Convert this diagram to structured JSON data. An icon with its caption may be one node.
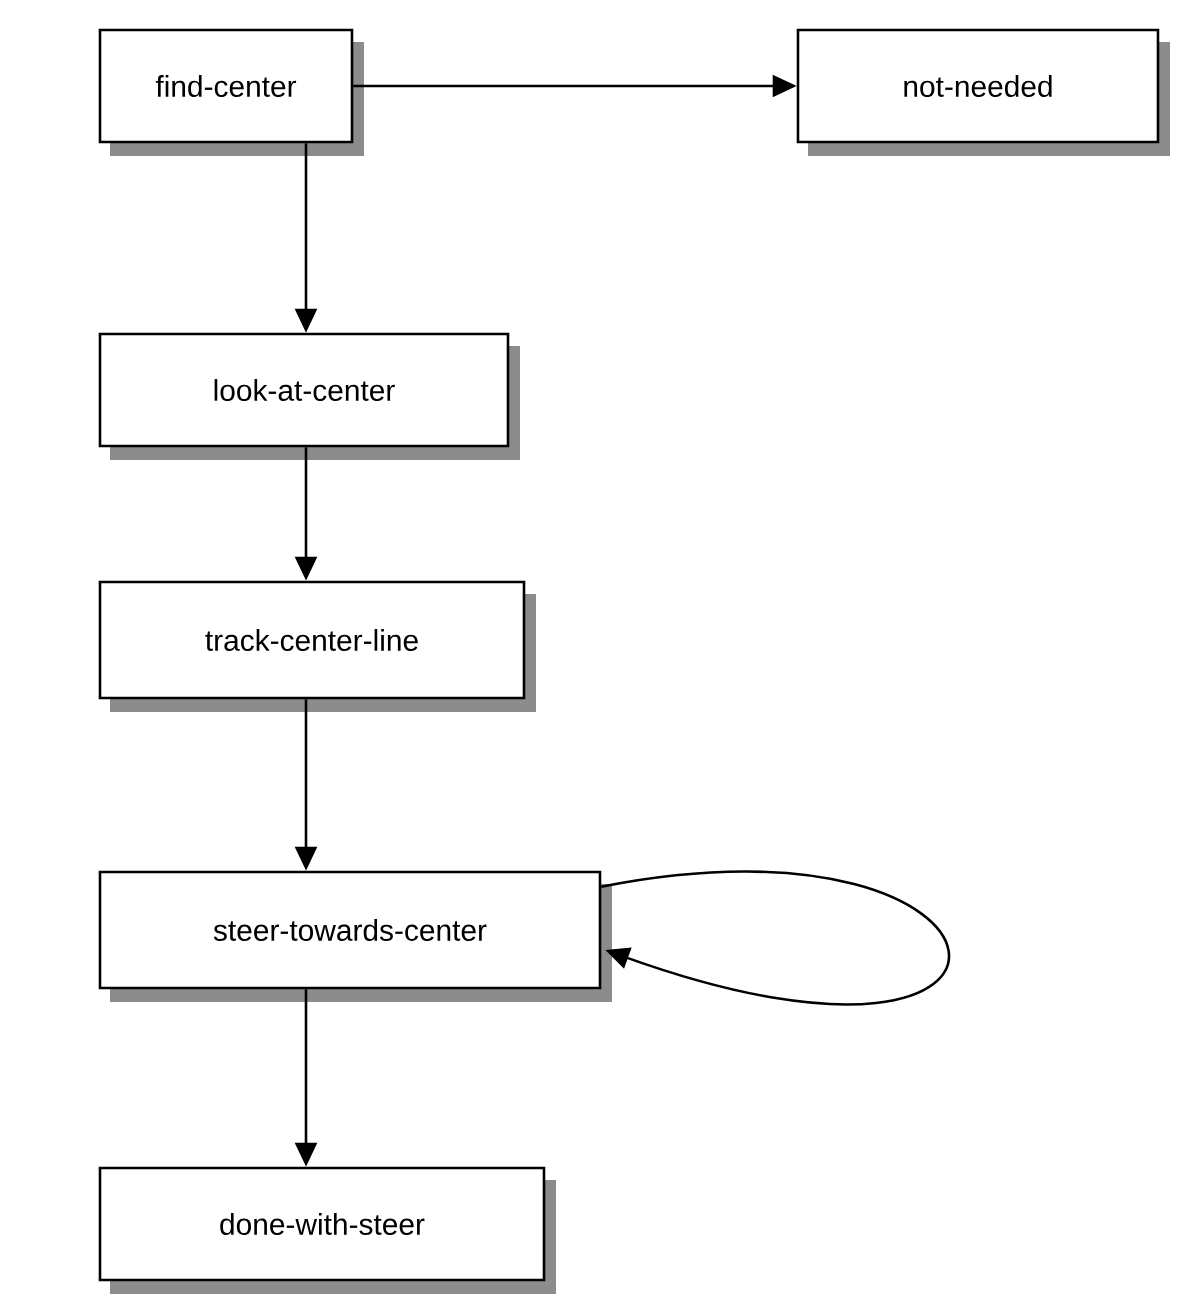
{
  "diagram": {
    "nodes": [
      {
        "text": [
          "find-center"
        ]
      },
      {
        "text": [
          "not-needed"
        ]
      },
      {
        "text": [
          "look-at-center"
        ]
      },
      {
        "text": [
          "track-center-line"
        ]
      },
      {
        "text": [
          "steer-towards-center"
        ]
      },
      {
        "text": [
          "done-with-steer"
        ]
      }
    ],
    "edges": [
      {
        "from": 0,
        "to": 1,
        "arrow": "to"
      },
      {
        "from": 0,
        "to": 2,
        "arrow": "to"
      },
      {
        "from": 2,
        "to": 3,
        "arrow": "to"
      },
      {
        "from": 3,
        "to": 4,
        "arrow": "to"
      },
      {
        "from": 4,
        "to": 4,
        "arrow": "to"
      },
      {
        "from": 4,
        "to": 5,
        "arrow": "to"
      }
    ]
  }
}
